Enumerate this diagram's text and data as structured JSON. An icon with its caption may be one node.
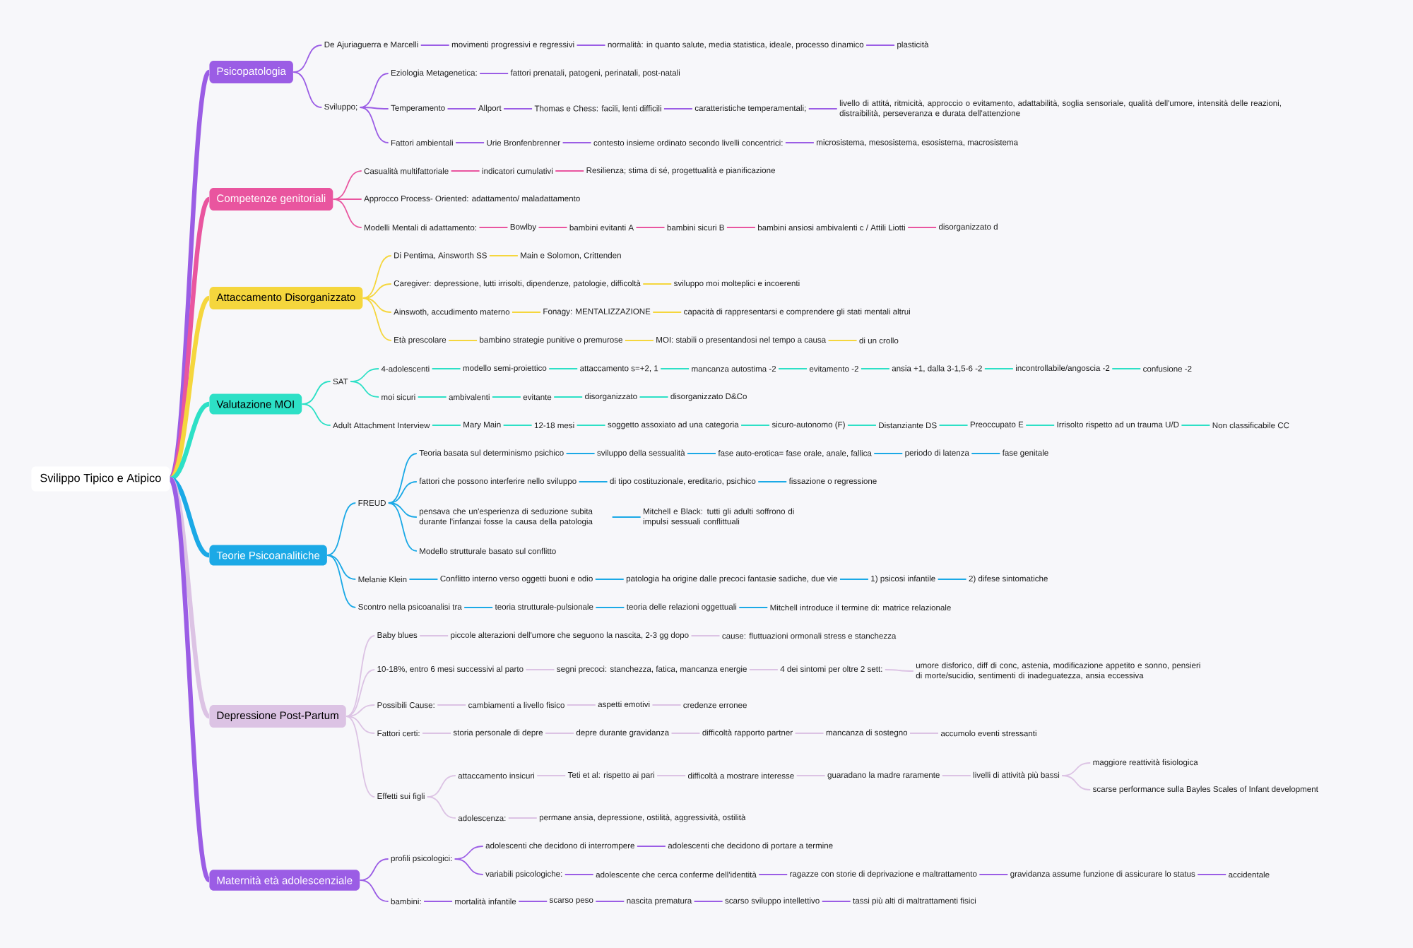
{
  "diagram": {
    "nodes": [
      {
        "text": [
          "Svilippo Tipico e Atipico"
        ]
      },
      {
        "text": [
          "Psicopatologia"
        ]
      },
      {
        "text": [
          "De Ajuriaguerra e Marcelli"
        ]
      },
      {
        "text": [
          "movimenti progressivi e regressivi"
        ]
      },
      {
        "text": [
          "normalità: in quanto salute, media statistica, ideale, processo dinamico"
        ]
      },
      {
        "text": [
          "plasticità"
        ]
      },
      {
        "text": [
          "Sviluppo;"
        ]
      },
      {
        "text": [
          "Eziologia Metagenetica:"
        ]
      },
      {
        "text": [
          "fattori prenatali, patogeni, perinatali, post-natali"
        ]
      },
      {
        "text": [
          "Temperamento"
        ]
      },
      {
        "text": [
          "Allport"
        ]
      },
      {
        "text": [
          "Thomas e Chess: facili, lenti difficili"
        ]
      },
      {
        "text": [
          "caratteristiche temperamentali;"
        ]
      },
      {
        "text": [
          "livello di attitá, ritmicità, approccio o evitamento, adattabilità, soglia sensoriale, qualità dell'umore, intensità delle reazioni, distraibilità, perseveranza e durata dell'attenzione"
        ]
      },
      {
        "text": [
          "Fattori ambientali"
        ]
      },
      {
        "text": [
          "Urie Bronfenbrenner"
        ]
      },
      {
        "text": [
          "contesto insieme ordinato secondo livelli concentrici:"
        ]
      },
      {
        "text": [
          "microsistema, mesosistema, esosistema, macrosistema"
        ]
      },
      {
        "text": [
          "Competenze genitoriali"
        ]
      },
      {
        "text": [
          "Casualità multifattoriale"
        ]
      },
      {
        "text": [
          "indicatori cumulativi"
        ]
      },
      {
        "text": [
          "Resilienza; stima di sé, progettualità e pianificazione"
        ]
      },
      {
        "text": [
          "Approcco Process- Oriented: adattamento/ maladattamento"
        ]
      },
      {
        "text": [
          "Modelli Mentali di adattamento:"
        ]
      },
      {
        "text": [
          "Bowlby"
        ]
      },
      {
        "text": [
          "bambini evitanti A"
        ]
      },
      {
        "text": [
          "bambini sicuri B"
        ]
      },
      {
        "text": [
          "bambini ansiosi ambivalenti c / Attili Liotti"
        ]
      },
      {
        "text": [
          "disorganizzato d"
        ]
      },
      {
        "text": [
          "Attaccamento Disorganizzato"
        ]
      },
      {
        "text": [
          "Di Pentima, Ainsworth SS"
        ]
      },
      {
        "text": [
          "Main e Solomon, Crittenden"
        ]
      },
      {
        "text": [
          "Caregiver: depressione, lutti irrisolti, dipendenze, patologie, difficoltà"
        ]
      },
      {
        "text": [
          "sviluppo moi molteplici e incoerenti"
        ]
      },
      {
        "text": [
          "Ainswoth, accudimento materno"
        ]
      },
      {
        "text": [
          "Fonagy: MENTALIZZAZIONE"
        ]
      },
      {
        "text": [
          "capacità di rappresentarsi e comprendere gli stati mentali altrui"
        ]
      },
      {
        "text": [
          "Età prescolare"
        ]
      },
      {
        "text": [
          "bambino strategie punitive o premurose"
        ]
      },
      {
        "text": [
          "MOI: stabili o presentandosi nel tempo a causa"
        ]
      },
      {
        "text": [
          "di un crollo"
        ]
      },
      {
        "text": [
          "Valutazione MOI"
        ]
      },
      {
        "text": [
          "SAT"
        ]
      },
      {
        "text": [
          "4-adolescenti"
        ]
      },
      {
        "text": [
          "modello semi-proiettico"
        ]
      },
      {
        "text": [
          "attaccamento s=+2, 1"
        ]
      },
      {
        "text": [
          "mancanza autostima -2"
        ]
      },
      {
        "text": [
          "evitamento -2"
        ]
      },
      {
        "text": [
          "ansia +1, dalla 3-1,5-6 -2"
        ]
      },
      {
        "text": [
          "incontrollabile/angoscia -2"
        ]
      },
      {
        "text": [
          "confusione -2"
        ]
      },
      {
        "text": [
          "moi sicuri"
        ]
      },
      {
        "text": [
          "ambivalenti"
        ]
      },
      {
        "text": [
          "evitante"
        ]
      },
      {
        "text": [
          "disorganizzato"
        ]
      },
      {
        "text": [
          "disorganizzato D&Co"
        ]
      },
      {
        "text": [
          "Adult Attachment Interview"
        ]
      },
      {
        "text": [
          "Mary Main"
        ]
      },
      {
        "text": [
          "12-18 mesi"
        ]
      },
      {
        "text": [
          "soggetto assoxiato ad una categoria"
        ]
      },
      {
        "text": [
          "sicuro-autonomo (F)"
        ]
      },
      {
        "text": [
          "Distanziante DS"
        ]
      },
      {
        "text": [
          "Preoccupato E"
        ]
      },
      {
        "text": [
          "Irrisolto rispetto ad un trauma U/D"
        ]
      },
      {
        "text": [
          "Non classificabile CC"
        ]
      },
      {
        "text": [
          "Teorie Psicoanalitiche"
        ]
      },
      {
        "text": [
          "FREUD"
        ]
      },
      {
        "text": [
          "Teoria basata sul determinismo psichico"
        ]
      },
      {
        "text": [
          "sviluppo della sessualità"
        ]
      },
      {
        "text": [
          "fase auto-erotica= fase orale, anale, fallica"
        ]
      },
      {
        "text": [
          "periodo di latenza"
        ]
      },
      {
        "text": [
          "fase genitale"
        ]
      },
      {
        "text": [
          "fattori che possono interferire nello sviluppo"
        ]
      },
      {
        "text": [
          "di tipo costituzionale, ereditario, psichico"
        ]
      },
      {
        "text": [
          "fissazione o regressione"
        ]
      },
      {
        "text": [
          "pensava che un'esperienza di seduzione subita durante l'infanzai fosse la causa della patologia"
        ]
      },
      {
        "text": [
          "Mitchell e Black: tutti gli adulti soffrono di impulsi sessuali conflittuali"
        ]
      },
      {
        "text": [
          "Modello strutturale basato sul conflitto"
        ]
      },
      {
        "text": [
          "Melanie Klein"
        ]
      },
      {
        "text": [
          "Conflitto interno verso oggetti buoni e odio"
        ]
      },
      {
        "text": [
          "patologia ha origine dalle precoci fantasie sadiche, due vie"
        ]
      },
      {
        "text": [
          "1) psicosi infantile"
        ]
      },
      {
        "text": [
          "2) difese sintomatiche"
        ]
      },
      {
        "text": [
          "Scontro nella psicoanalisi tra"
        ]
      },
      {
        "text": [
          "teoria strutturale-pulsionale"
        ]
      },
      {
        "text": [
          "teoria delle relazioni oggettuali"
        ]
      },
      {
        "text": [
          "Mitchell introduce il termine di: matrice relazionale"
        ]
      },
      {
        "text": [
          "Depressione Post-Partum"
        ]
      },
      {
        "text": [
          "Baby blues"
        ]
      },
      {
        "text": [
          "piccole alterazioni dell'umore che seguono la nascita, 2-3 gg dopo"
        ]
      },
      {
        "text": [
          "cause: fluttuazioni ormonali stress e stanchezza"
        ]
      },
      {
        "text": [
          "10-18%, entro 6 mesi successivi al parto"
        ]
      },
      {
        "text": [
          "segni precoci: stanchezza, fatica, mancanza energie"
        ]
      },
      {
        "text": [
          "4 dei sintomi per oltre 2 sett:"
        ]
      },
      {
        "text": [
          "umore disforico, diff di conc, astenia, modificazione appetito e sonno, pensieri di morte/sucidio, sentimenti di inadeguatezza, ansia eccessiva"
        ]
      },
      {
        "text": [
          "Possibili Cause:"
        ]
      },
      {
        "text": [
          "cambiamenti a livello fisico"
        ]
      },
      {
        "text": [
          "aspetti emotivi"
        ]
      },
      {
        "text": [
          "credenze erronee"
        ]
      },
      {
        "text": [
          "Fattori certi:"
        ]
      },
      {
        "text": [
          "storia personale di depre"
        ]
      },
      {
        "text": [
          "depre durante gravidanza"
        ]
      },
      {
        "text": [
          "difficoltà rapporto partner"
        ]
      },
      {
        "text": [
          "mancanza di sostegno"
        ]
      },
      {
        "text": [
          "accumolo eventi stressanti"
        ]
      },
      {
        "text": [
          "Effetti sui figli"
        ]
      },
      {
        "text": [
          "attaccamento insicuri"
        ]
      },
      {
        "text": [
          "Teti et al: rispetto ai pari"
        ]
      },
      {
        "text": [
          "difficoltà a mostrare interesse"
        ]
      },
      {
        "text": [
          "guaradano la madre raramente"
        ]
      },
      {
        "text": [
          "livelli di attività più bassi"
        ]
      },
      {
        "text": [
          "maggiore reattività fisiologica"
        ]
      },
      {
        "text": [
          "scarse performance sulla Bayles Scales of Infant development"
        ]
      },
      {
        "text": [
          "adolescenza:"
        ]
      },
      {
        "text": [
          "permane ansia, depressione, ostilità, aggressività, ostilità"
        ]
      },
      {
        "text": [
          "Maternità età adolescenziale"
        ]
      },
      {
        "text": [
          "profili psicologici:"
        ]
      },
      {
        "text": [
          "adolescenti che decidono di interrompere"
        ]
      },
      {
        "text": [
          "adolescenti che decidono di portare a termine"
        ]
      },
      {
        "text": [
          "variabili psicologiche:"
        ]
      },
      {
        "text": [
          "adolescente che cerca conferme dell'identità"
        ]
      },
      {
        "text": [
          "ragazze con storie di deprivazione e maltrattamento"
        ]
      },
      {
        "text": [
          "gravidanza assume funzione di assicurare lo status"
        ]
      },
      {
        "text": [
          "accidentale"
        ]
      },
      {
        "text": [
          "bambini:"
        ]
      },
      {
        "text": [
          "mortalità infantile"
        ]
      },
      {
        "text": [
          "scarso peso"
        ]
      },
      {
        "text": [
          "nascita prematura"
        ]
      },
      {
        "text": [
          "scarso sviluppo intellettivo"
        ]
      },
      {
        "text": [
          "tassi più alti di maltrattamenti fisici"
        ]
      }
    ],
    "edges": [
      {
        "from": 0,
        "to": 1,
        "arrow": "none",
        "style": "thick",
        "color": "#9b5de5"
      },
      {
        "from": 1,
        "to": 2,
        "arrow": "none",
        "color": "#9b5de5"
      },
      {
        "from": 2,
        "to": 3,
        "arrow": "none",
        "color": "#9b5de5"
      },
      {
        "from": 3,
        "to": 4,
        "arrow": "none",
        "color": "#9b5de5"
      },
      {
        "from": 4,
        "to": 5,
        "arrow": "none",
        "color": "#9b5de5"
      },
      {
        "from": 1,
        "to": 6,
        "arrow": "none",
        "color": "#9b5de5"
      },
      {
        "from": 6,
        "to": 7,
        "arrow": "none",
        "color": "#9b5de5"
      },
      {
        "from": 7,
        "to": 8,
        "arrow": "none",
        "color": "#9b5de5"
      },
      {
        "from": 6,
        "to": 9,
        "arrow": "none",
        "color": "#9b5de5"
      },
      {
        "from": 9,
        "to": 10,
        "arrow": "none",
        "color": "#9b5de5"
      },
      {
        "from": 10,
        "to": 11,
        "arrow": "none",
        "color": "#9b5de5"
      },
      {
        "from": 11,
        "to": 12,
        "arrow": "none",
        "color": "#9b5de5"
      },
      {
        "from": 12,
        "to": 13,
        "arrow": "none",
        "color": "#9b5de5"
      },
      {
        "from": 6,
        "to": 14,
        "arrow": "none",
        "color": "#9b5de5"
      },
      {
        "from": 14,
        "to": 15,
        "arrow": "none",
        "color": "#9b5de5"
      },
      {
        "from": 15,
        "to": 16,
        "arrow": "none",
        "color": "#9b5de5"
      },
      {
        "from": 16,
        "to": 17,
        "arrow": "none",
        "color": "#9b5de5"
      },
      {
        "from": 0,
        "to": 18,
        "arrow": "none",
        "style": "thick",
        "color": "#e9559f"
      },
      {
        "from": 18,
        "to": 19,
        "arrow": "none",
        "color": "#e9559f"
      },
      {
        "from": 19,
        "to": 20,
        "arrow": "none",
        "color": "#e9559f"
      },
      {
        "from": 20,
        "to": 21,
        "arrow": "none",
        "color": "#e9559f"
      },
      {
        "from": 18,
        "to": 22,
        "arrow": "none",
        "color": "#e9559f"
      },
      {
        "from": 18,
        "to": 23,
        "arrow": "none",
        "color": "#e9559f"
      },
      {
        "from": 23,
        "to": 24,
        "arrow": "none",
        "color": "#e9559f"
      },
      {
        "from": 24,
        "to": 25,
        "arrow": "none",
        "color": "#e9559f"
      },
      {
        "from": 25,
        "to": 26,
        "arrow": "none",
        "color": "#e9559f"
      },
      {
        "from": 26,
        "to": 27,
        "arrow": "none",
        "color": "#e9559f"
      },
      {
        "from": 27,
        "to": 28,
        "arrow": "none",
        "color": "#e9559f"
      },
      {
        "from": 0,
        "to": 29,
        "arrow": "none",
        "style": "thick",
        "color": "#f5d63d"
      },
      {
        "from": 29,
        "to": 30,
        "arrow": "none",
        "color": "#f5d63d"
      },
      {
        "from": 30,
        "to": 31,
        "arrow": "none",
        "color": "#f5d63d"
      },
      {
        "from": 29,
        "to": 32,
        "arrow": "none",
        "color": "#f5d63d"
      },
      {
        "from": 32,
        "to": 33,
        "arrow": "none",
        "color": "#f5d63d"
      },
      {
        "from": 29,
        "to": 34,
        "arrow": "none",
        "color": "#f5d63d"
      },
      {
        "from": 34,
        "to": 35,
        "arrow": "none",
        "color": "#f5d63d"
      },
      {
        "from": 35,
        "to": 36,
        "arrow": "none",
        "color": "#f5d63d"
      },
      {
        "from": 29,
        "to": 37,
        "arrow": "none",
        "color": "#f5d63d"
      },
      {
        "from": 37,
        "to": 38,
        "arrow": "none",
        "color": "#f5d63d"
      },
      {
        "from": 38,
        "to": 39,
        "arrow": "none",
        "color": "#f5d63d"
      },
      {
        "from": 39,
        "to": 40,
        "arrow": "none",
        "color": "#f5d63d"
      },
      {
        "from": 0,
        "to": 41,
        "arrow": "none",
        "style": "thick",
        "color": "#2de0c6"
      },
      {
        "from": 41,
        "to": 42,
        "arrow": "none",
        "color": "#2de0c6"
      },
      {
        "from": 42,
        "to": 43,
        "arrow": "none",
        "color": "#2de0c6"
      },
      {
        "from": 43,
        "to": 44,
        "arrow": "none",
        "color": "#2de0c6"
      },
      {
        "from": 44,
        "to": 45,
        "arrow": "none",
        "color": "#2de0c6"
      },
      {
        "from": 45,
        "to": 46,
        "arrow": "none",
        "color": "#2de0c6"
      },
      {
        "from": 46,
        "to": 47,
        "arrow": "none",
        "color": "#2de0c6"
      },
      {
        "from": 47,
        "to": 48,
        "arrow": "none",
        "color": "#2de0c6"
      },
      {
        "from": 48,
        "to": 49,
        "arrow": "none",
        "color": "#2de0c6"
      },
      {
        "from": 49,
        "to": 50,
        "arrow": "none",
        "color": "#2de0c6"
      },
      {
        "from": 42,
        "to": 51,
        "arrow": "none",
        "color": "#2de0c6"
      },
      {
        "from": 51,
        "to": 52,
        "arrow": "none",
        "color": "#2de0c6"
      },
      {
        "from": 52,
        "to": 53,
        "arrow": "none",
        "color": "#2de0c6"
      },
      {
        "from": 53,
        "to": 54,
        "arrow": "none",
        "color": "#2de0c6"
      },
      {
        "from": 54,
        "to": 55,
        "arrow": "none",
        "color": "#2de0c6"
      },
      {
        "from": 41,
        "to": 56,
        "arrow": "none",
        "color": "#2de0c6"
      },
      {
        "from": 56,
        "to": 57,
        "arrow": "none",
        "color": "#2de0c6"
      },
      {
        "from": 57,
        "to": 58,
        "arrow": "none",
        "color": "#2de0c6"
      },
      {
        "from": 58,
        "to": 59,
        "arrow": "none",
        "color": "#2de0c6"
      },
      {
        "from": 59,
        "to": 60,
        "arrow": "none",
        "color": "#2de0c6"
      },
      {
        "from": 60,
        "to": 61,
        "arrow": "none",
        "color": "#2de0c6"
      },
      {
        "from": 61,
        "to": 62,
        "arrow": "none",
        "color": "#2de0c6"
      },
      {
        "from": 62,
        "to": 63,
        "arrow": "none",
        "color": "#2de0c6"
      },
      {
        "from": 63,
        "to": 64,
        "arrow": "none",
        "color": "#2de0c6"
      },
      {
        "from": 0,
        "to": 65,
        "arrow": "none",
        "style": "thick",
        "color": "#1ba9e6"
      },
      {
        "from": 65,
        "to": 66,
        "arrow": "none",
        "color": "#1ba9e6"
      },
      {
        "from": 66,
        "to": 67,
        "arrow": "none",
        "color": "#1ba9e6"
      },
      {
        "from": 67,
        "to": 68,
        "arrow": "none",
        "color": "#1ba9e6"
      },
      {
        "from": 68,
        "to": 69,
        "arrow": "none",
        "color": "#1ba9e6"
      },
      {
        "from": 69,
        "to": 70,
        "arrow": "none",
        "color": "#1ba9e6"
      },
      {
        "from": 70,
        "to": 71,
        "arrow": "none",
        "color": "#1ba9e6"
      },
      {
        "from": 66,
        "to": 72,
        "arrow": "none",
        "color": "#1ba9e6"
      },
      {
        "from": 72,
        "to": 73,
        "arrow": "none",
        "color": "#1ba9e6"
      },
      {
        "from": 73,
        "to": 74,
        "arrow": "none",
        "color": "#1ba9e6"
      },
      {
        "from": 66,
        "to": 75,
        "arrow": "none",
        "color": "#1ba9e6"
      },
      {
        "from": 75,
        "to": 76,
        "arrow": "none",
        "color": "#1ba9e6"
      },
      {
        "from": 66,
        "to": 77,
        "arrow": "none",
        "color": "#1ba9e6"
      },
      {
        "from": 65,
        "to": 78,
        "arrow": "none",
        "color": "#1ba9e6"
      },
      {
        "from": 78,
        "to": 79,
        "arrow": "none",
        "color": "#1ba9e6"
      },
      {
        "from": 79,
        "to": 80,
        "arrow": "none",
        "color": "#1ba9e6"
      },
      {
        "from": 80,
        "to": 81,
        "arrow": "none",
        "color": "#1ba9e6"
      },
      {
        "from": 81,
        "to": 82,
        "arrow": "none",
        "color": "#1ba9e6"
      },
      {
        "from": 65,
        "to": 83,
        "arrow": "none",
        "color": "#1ba9e6"
      },
      {
        "from": 83,
        "to": 84,
        "arrow": "none",
        "color": "#1ba9e6"
      },
      {
        "from": 84,
        "to": 85,
        "arrow": "none",
        "color": "#1ba9e6"
      },
      {
        "from": 85,
        "to": 86,
        "arrow": "none",
        "color": "#1ba9e6"
      },
      {
        "from": 0,
        "to": 87,
        "arrow": "none",
        "style": "thick",
        "color": "#dcc3e4"
      },
      {
        "from": 87,
        "to": 88,
        "arrow": "none",
        "color": "#dcc3e4"
      },
      {
        "from": 88,
        "to": 89,
        "arrow": "none",
        "color": "#dcc3e4"
      },
      {
        "from": 89,
        "to": 90,
        "arrow": "none",
        "color": "#dcc3e4"
      },
      {
        "from": 87,
        "to": 91,
        "arrow": "none",
        "color": "#dcc3e4"
      },
      {
        "from": 91,
        "to": 92,
        "arrow": "none",
        "color": "#dcc3e4"
      },
      {
        "from": 92,
        "to": 93,
        "arrow": "none",
        "color": "#dcc3e4"
      },
      {
        "from": 93,
        "to": 94,
        "arrow": "none",
        "color": "#dcc3e4"
      },
      {
        "from": 87,
        "to": 95,
        "arrow": "none",
        "color": "#dcc3e4"
      },
      {
        "from": 95,
        "to": 96,
        "arrow": "none",
        "color": "#dcc3e4"
      },
      {
        "from": 96,
        "to": 97,
        "arrow": "none",
        "color": "#dcc3e4"
      },
      {
        "from": 97,
        "to": 98,
        "arrow": "none",
        "color": "#dcc3e4"
      },
      {
        "from": 87,
        "to": 99,
        "arrow": "none",
        "color": "#dcc3e4"
      },
      {
        "from": 99,
        "to": 100,
        "arrow": "none",
        "color": "#dcc3e4"
      },
      {
        "from": 100,
        "to": 101,
        "arrow": "none",
        "color": "#dcc3e4"
      },
      {
        "from": 101,
        "to": 102,
        "arrow": "none",
        "color": "#dcc3e4"
      },
      {
        "from": 102,
        "to": 103,
        "arrow": "none",
        "color": "#dcc3e4"
      },
      {
        "from": 103,
        "to": 104,
        "arrow": "none",
        "color": "#dcc3e4"
      },
      {
        "from": 87,
        "to": 105,
        "arrow": "none",
        "color": "#dcc3e4"
      },
      {
        "from": 105,
        "to": 106,
        "arrow": "none",
        "color": "#dcc3e4"
      },
      {
        "from": 106,
        "to": 107,
        "arrow": "none",
        "color": "#dcc3e4"
      },
      {
        "from": 107,
        "to": 108,
        "arrow": "none",
        "color": "#dcc3e4"
      },
      {
        "from": 108,
        "to": 109,
        "arrow": "none",
        "color": "#dcc3e4"
      },
      {
        "from": 109,
        "to": 110,
        "arrow": "none",
        "color": "#dcc3e4"
      },
      {
        "from": 110,
        "to": 111,
        "arrow": "none",
        "color": "#dcc3e4"
      },
      {
        "from": 110,
        "to": 112,
        "arrow": "none",
        "color": "#dcc3e4"
      },
      {
        "from": 105,
        "to": 113,
        "arrow": "none",
        "color": "#dcc3e4"
      },
      {
        "from": 113,
        "to": 114,
        "arrow": "none",
        "color": "#dcc3e4"
      },
      {
        "from": 0,
        "to": 115,
        "arrow": "none",
        "style": "thick",
        "color": "#9b5de5"
      },
      {
        "from": 115,
        "to": 116,
        "arrow": "none",
        "color": "#9b5de5"
      },
      {
        "from": 116,
        "to": 117,
        "arrow": "none",
        "color": "#9b5de5"
      },
      {
        "from": 117,
        "to": 118,
        "arrow": "none",
        "color": "#9b5de5"
      },
      {
        "from": 116,
        "to": 119,
        "arrow": "none",
        "color": "#9b5de5"
      },
      {
        "from": 119,
        "to": 120,
        "arrow": "none",
        "color": "#9b5de5"
      },
      {
        "from": 120,
        "to": 121,
        "arrow": "none",
        "color": "#9b5de5"
      },
      {
        "from": 121,
        "to": 122,
        "arrow": "none",
        "color": "#9b5de5"
      },
      {
        "from": 122,
        "to": 123,
        "arrow": "none",
        "color": "#9b5de5"
      },
      {
        "from": 115,
        "to": 124,
        "arrow": "none",
        "color": "#9b5de5"
      },
      {
        "from": 124,
        "to": 125,
        "arrow": "none",
        "color": "#9b5de5"
      },
      {
        "from": 125,
        "to": 126,
        "arrow": "none",
        "color": "#9b5de5"
      },
      {
        "from": 126,
        "to": 127,
        "arrow": "none",
        "color": "#9b5de5"
      },
      {
        "from": 127,
        "to": 128,
        "arrow": "none",
        "color": "#9b5de5"
      },
      {
        "from": 128,
        "to": 129,
        "arrow": "none",
        "color": "#9b5de5"
      }
    ]
  }
}
